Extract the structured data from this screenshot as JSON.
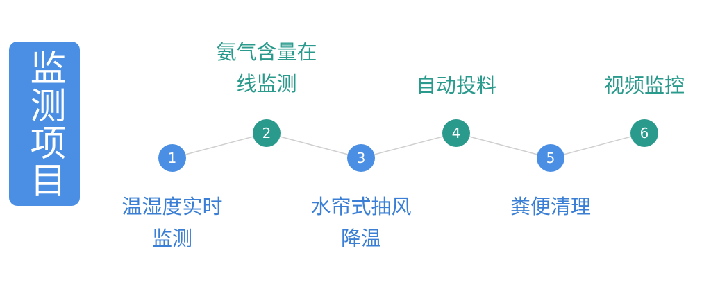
{
  "title": "监测项目",
  "colors": {
    "blue": "#4a8fe3",
    "teal": "#2a9a8c",
    "line": "#cfcfcf"
  },
  "steps": [
    {
      "number": "1",
      "label": "温湿度实时\n监测"
    },
    {
      "number": "2",
      "label": "氨气含量在\n线监测"
    },
    {
      "number": "3",
      "label": "水帘式抽风\n降温"
    },
    {
      "number": "4",
      "label": "自动投料"
    },
    {
      "number": "5",
      "label": "粪便清理"
    },
    {
      "number": "6",
      "label": "视频监控"
    }
  ]
}
